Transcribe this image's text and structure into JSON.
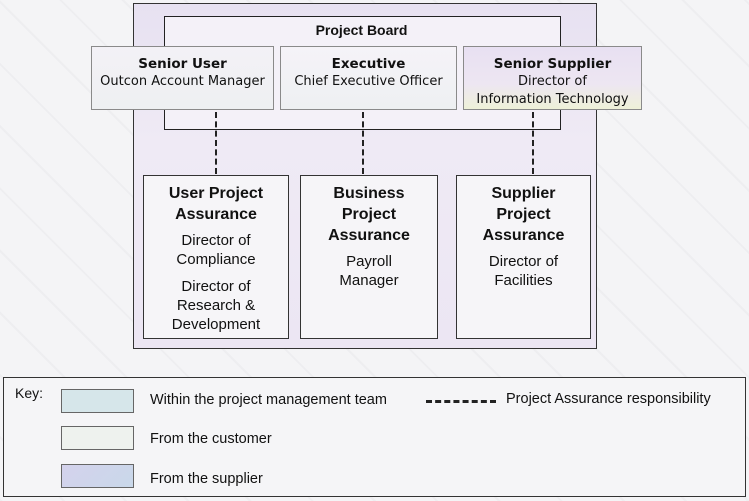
{
  "diagram": {
    "project_board": {
      "title": "Project Board",
      "roles": [
        {
          "title": "Senior User",
          "holder": "Outcon Account Manager"
        },
        {
          "title": "Executive",
          "holder": "Chief Executive Officer"
        },
        {
          "title": "Senior Supplier",
          "holder_line1": "Director of",
          "holder_line2": "Information Technology"
        }
      ]
    },
    "assurance": [
      {
        "title_line1": "User Project",
        "title_line2": "Assurance",
        "holders": [
          "Director of",
          "Compliance",
          "Director of",
          "Research &",
          "Development"
        ]
      },
      {
        "title_line1": "Business",
        "title_line2": "Project",
        "title_line3": "Assurance",
        "holders": [
          "Payroll",
          "Manager"
        ]
      },
      {
        "title_line1": "Supplier",
        "title_line2": "Project",
        "title_line3": "Assurance",
        "holders": [
          "Director of",
          "Facilities"
        ]
      }
    ],
    "key": {
      "label": "Key:",
      "items": [
        {
          "label": "Within the project management team",
          "color": "#d6e6ea"
        },
        {
          "label": "From the customer",
          "color": "#eef2ee"
        },
        {
          "label": "From the supplier",
          "color": "#cfd0ea"
        }
      ],
      "dashed_label": "Project Assurance responsibility"
    }
  }
}
